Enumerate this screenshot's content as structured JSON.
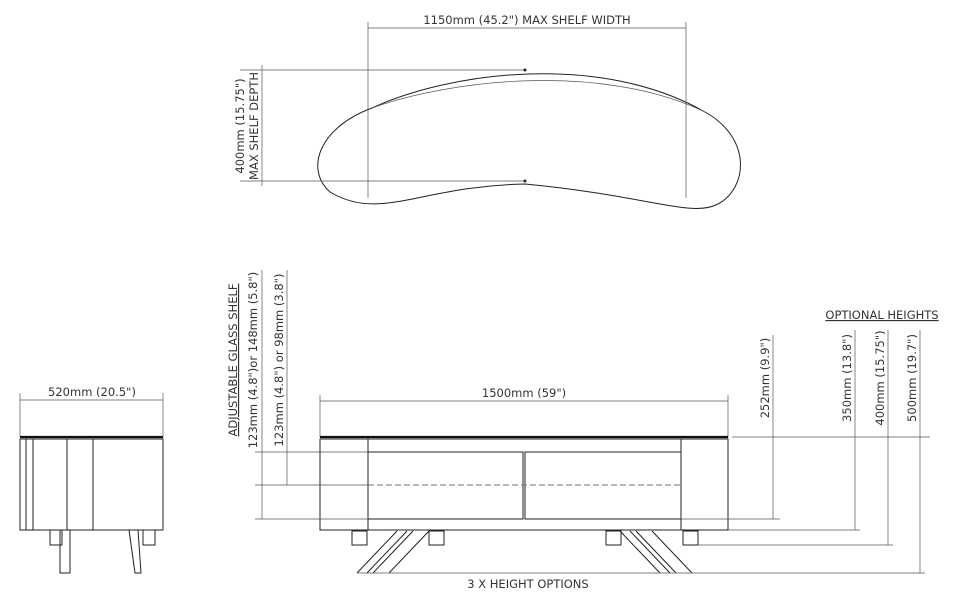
{
  "top_view": {
    "width_label": "1150mm (45.2\") MAX SHELF WIDTH",
    "depth_label": "400mm (15.75\")",
    "depth_caption": "MAX SHELF DEPTH"
  },
  "side_view": {
    "depth_label": "520mm (20.5\")"
  },
  "front_view": {
    "width_label": "1500mm (59\")",
    "shelf_title": "ADJUSTABLE GLASS  SHELF",
    "shelf_option_1": "123mm (4.8\")or 148mm (5.8\")",
    "shelf_option_2": "123mm (4.8\")  or  98mm (3.8\")",
    "leg_caption": "3 X HEIGHT OPTIONS",
    "base_height": "252mm (9.9\")"
  },
  "optional_heights": {
    "title": "OPTIONAL HEIGHTS",
    "options": [
      "350mm (13.8\")",
      "400mm (15.75\")",
      "500mm (19.7\")"
    ]
  }
}
